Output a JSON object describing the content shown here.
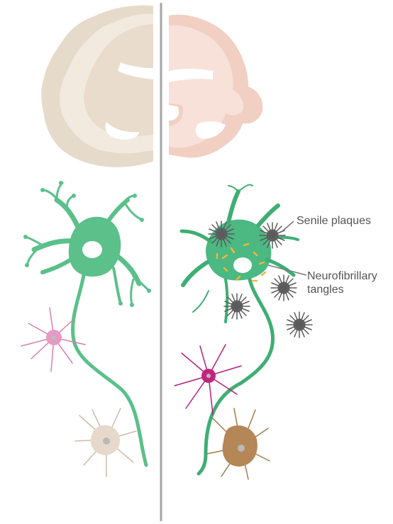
{
  "labels": {
    "senile_plaques": "Senile plaques",
    "tangles_line1": "Neurofibrillary",
    "tangles_line2": "tangles"
  },
  "colors": {
    "divider": "#a6a6a6",
    "healthy_brain_fill": "#efe4d7",
    "healthy_brain_cortex": "#d9ccbe",
    "diseased_brain_fill": "#f6dcd2",
    "diseased_brain_cortex": "#ecc4b6",
    "neuron_green": "#5bc08a",
    "neuron_green_dark": "#3fae74",
    "pink_neuron": "#d77fb0",
    "magenta_neuron": "#b5207a",
    "beige_neuron": "#cdbcaa",
    "brown_neuron": "#a47a4e",
    "plaque": "#5a5a5a",
    "tangle": "#f2b63a",
    "leader_line": "#777777"
  },
  "icons": [
    "healthy-brain-slice",
    "alzheimer-brain-slice",
    "healthy-neuron",
    "diseased-neuron",
    "senile-plaque",
    "neurofibrillary-tangle"
  ]
}
